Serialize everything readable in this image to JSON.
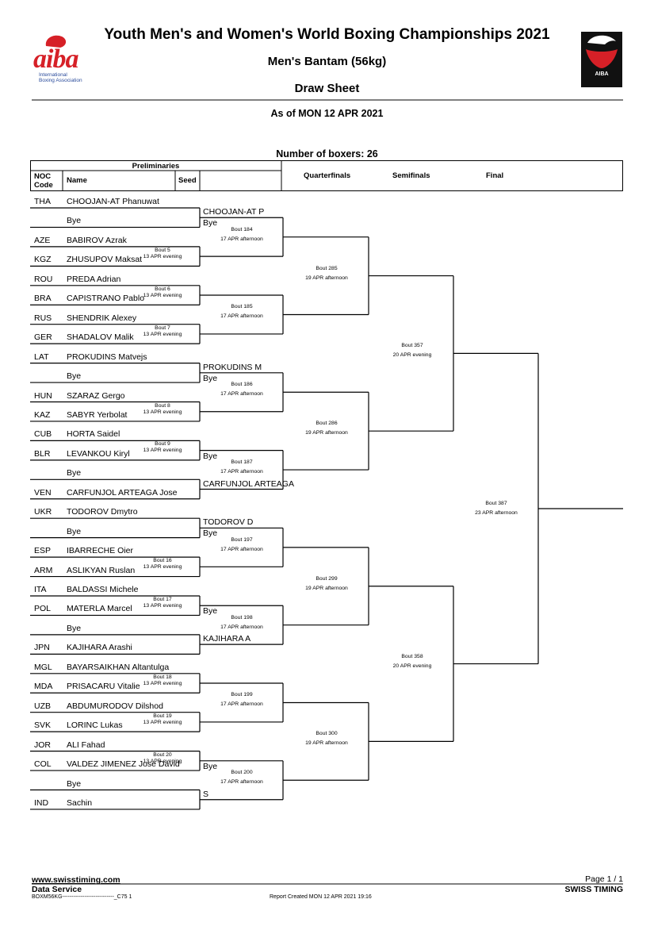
{
  "header": {
    "title": "Youth Men's and Women's World Boxing Championships 2021",
    "event": "Men's Bantam (56kg)",
    "doc_type": "Draw Sheet",
    "as_of": "As of MON 12 APR 2021",
    "boxers_count": "Number of boxers: 26",
    "logo_left_text": "aiba",
    "logo_left_sub1": "International",
    "logo_left_sub2": "Boxing Association",
    "logo_right_text": "AIBA"
  },
  "table_header": {
    "preliminaries": "Preliminaries",
    "noc1": "NOC",
    "noc2": "Code",
    "name": "Name",
    "seed": "Seed",
    "quarterfinals": "Quarterfinals",
    "semifinals": "Semifinals",
    "final": "Final"
  },
  "entries": [
    {
      "noc": "THA",
      "name": "CHOOJAN-AT Phanuwat"
    },
    {
      "noc": "",
      "name": "Bye"
    },
    {
      "noc": "AZE",
      "name": "BABIROV Azrak"
    },
    {
      "noc": "KGZ",
      "name": "ZHUSUPOV Maksat"
    },
    {
      "noc": "ROU",
      "name": "PREDA Adrian"
    },
    {
      "noc": "BRA",
      "name": "CAPISTRANO Pablo"
    },
    {
      "noc": "RUS",
      "name": "SHENDRIK Alexey"
    },
    {
      "noc": "GER",
      "name": "SHADALOV Malik"
    },
    {
      "noc": "LAT",
      "name": "PROKUDINS Matvejs"
    },
    {
      "noc": "",
      "name": "Bye"
    },
    {
      "noc": "HUN",
      "name": "SZARAZ Gergo"
    },
    {
      "noc": "KAZ",
      "name": "SABYR Yerbolat"
    },
    {
      "noc": "CUB",
      "name": "HORTA Saidel"
    },
    {
      "noc": "BLR",
      "name": "LEVANKOU Kiryl"
    },
    {
      "noc": "",
      "name": "Bye"
    },
    {
      "noc": "VEN",
      "name": "CARFUNJOL ARTEAGA Jose"
    },
    {
      "noc": "UKR",
      "name": "TODOROV Dmytro"
    },
    {
      "noc": "",
      "name": "Bye"
    },
    {
      "noc": "ESP",
      "name": "IBARRECHE Oier"
    },
    {
      "noc": "ARM",
      "name": "ASLIKYAN Ruslan"
    },
    {
      "noc": "ITA",
      "name": "BALDASSI Michele"
    },
    {
      "noc": "POL",
      "name": "MATERLA Marcel"
    },
    {
      "noc": "",
      "name": "Bye"
    },
    {
      "noc": "JPN",
      "name": "KAJIHARA Arashi"
    },
    {
      "noc": "MGL",
      "name": "BAYARSAIKHAN Altantulga"
    },
    {
      "noc": "MDA",
      "name": "PRISACARU Vitalie"
    },
    {
      "noc": "UZB",
      "name": "ABDUMURODOV Dilshod"
    },
    {
      "noc": "SVK",
      "name": "LORINC Lukas"
    },
    {
      "noc": "JOR",
      "name": "ALI Fahad"
    },
    {
      "noc": "COL",
      "name": "VALDEZ JIMENEZ Jose David"
    },
    {
      "noc": "",
      "name": "Bye"
    },
    {
      "noc": "IND",
      "name": "Sachin"
    }
  ],
  "prelim_bouts": [
    {
      "bout": "Bout 5",
      "time": "13 APR evening"
    },
    {
      "bout": "Bout 6",
      "time": "13 APR evening"
    },
    {
      "bout": "Bout 7",
      "time": "13 APR evening"
    },
    {
      "bout": "Bout 8",
      "time": "13 APR evening"
    },
    {
      "bout": "Bout 9",
      "time": "13 APR evening"
    },
    {
      "bout": "Bout 16",
      "time": "13 APR evening"
    },
    {
      "bout": "Bout 17",
      "time": "13 APR evening"
    },
    {
      "bout": "Bout 18",
      "time": "13 APR evening"
    },
    {
      "bout": "Bout 19",
      "time": "13 APR evening"
    },
    {
      "bout": "Bout 20",
      "time": "13 APR evening"
    }
  ],
  "r16": [
    {
      "top": "CHOOJAN-AT P",
      "bottom": "Bye",
      "bout": "Bout 184",
      "time": "17 APR afternoon"
    },
    {
      "top": "",
      "bottom": "",
      "bout": "Bout 185",
      "time": "17 APR afternoon"
    },
    {
      "top": "PROKUDINS M",
      "bottom": "Bye",
      "bout": "Bout 186",
      "time": "17 APR afternoon"
    },
    {
      "top": "",
      "bottom": "Bye",
      "bottom2": "CARFUNJOL ARTEAGA",
      "bout": "Bout 187",
      "time": "17 APR afternoon"
    },
    {
      "top": "TODOROV D",
      "bottom": "Bye",
      "bout": "Bout 197",
      "time": "17 APR afternoon"
    },
    {
      "top": "",
      "bottom": "Bye",
      "bottom2": "KAJIHARA A",
      "bout": "Bout 198",
      "time": "17 APR afternoon"
    },
    {
      "top": "",
      "bottom": "",
      "bout": "Bout 199",
      "time": "17 APR afternoon"
    },
    {
      "top": "",
      "bottom": "Bye",
      "bottom2": "S",
      "bout": "Bout 200",
      "time": "17 APR afternoon"
    }
  ],
  "qf": [
    {
      "bout": "Bout 285",
      "time": "19 APR afternoon"
    },
    {
      "bout": "Bout 286",
      "time": "19 APR afternoon"
    },
    {
      "bout": "Bout 299",
      "time": "19 APR afternoon"
    },
    {
      "bout": "Bout 300",
      "time": "19 APR afternoon"
    }
  ],
  "sf": [
    {
      "bout": "Bout 357",
      "time": "20 APR evening"
    },
    {
      "bout": "Bout 358",
      "time": "20 APR evening"
    }
  ],
  "final": {
    "bout": "Bout 387",
    "time": "23 APR afternoon"
  },
  "footer": {
    "website": "www.swisstiming.com",
    "data_service": "Data Service",
    "code": "BOXM56KG----------------------------_C75 1",
    "report": "Report Created  MON 12 APR 2021 19:16",
    "page": "Page 1 / 1",
    "brand": "SWISS TIMING"
  }
}
